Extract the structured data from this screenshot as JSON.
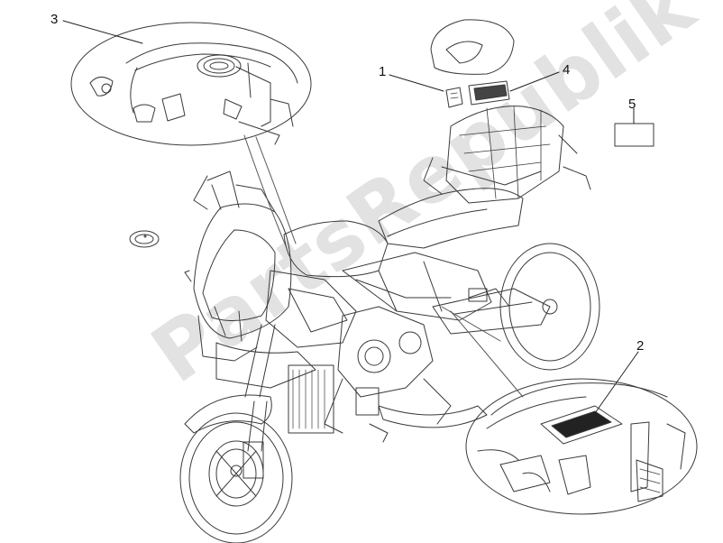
{
  "watermark": {
    "text": "PartsRepublik"
  },
  "callouts": {
    "c1": "1",
    "c2": "2",
    "c3": "3",
    "c4": "4",
    "c5": "5"
  },
  "colors": {
    "line": "#3a3a3a",
    "detail": "#555555",
    "watermark": "#d9d9d9"
  }
}
